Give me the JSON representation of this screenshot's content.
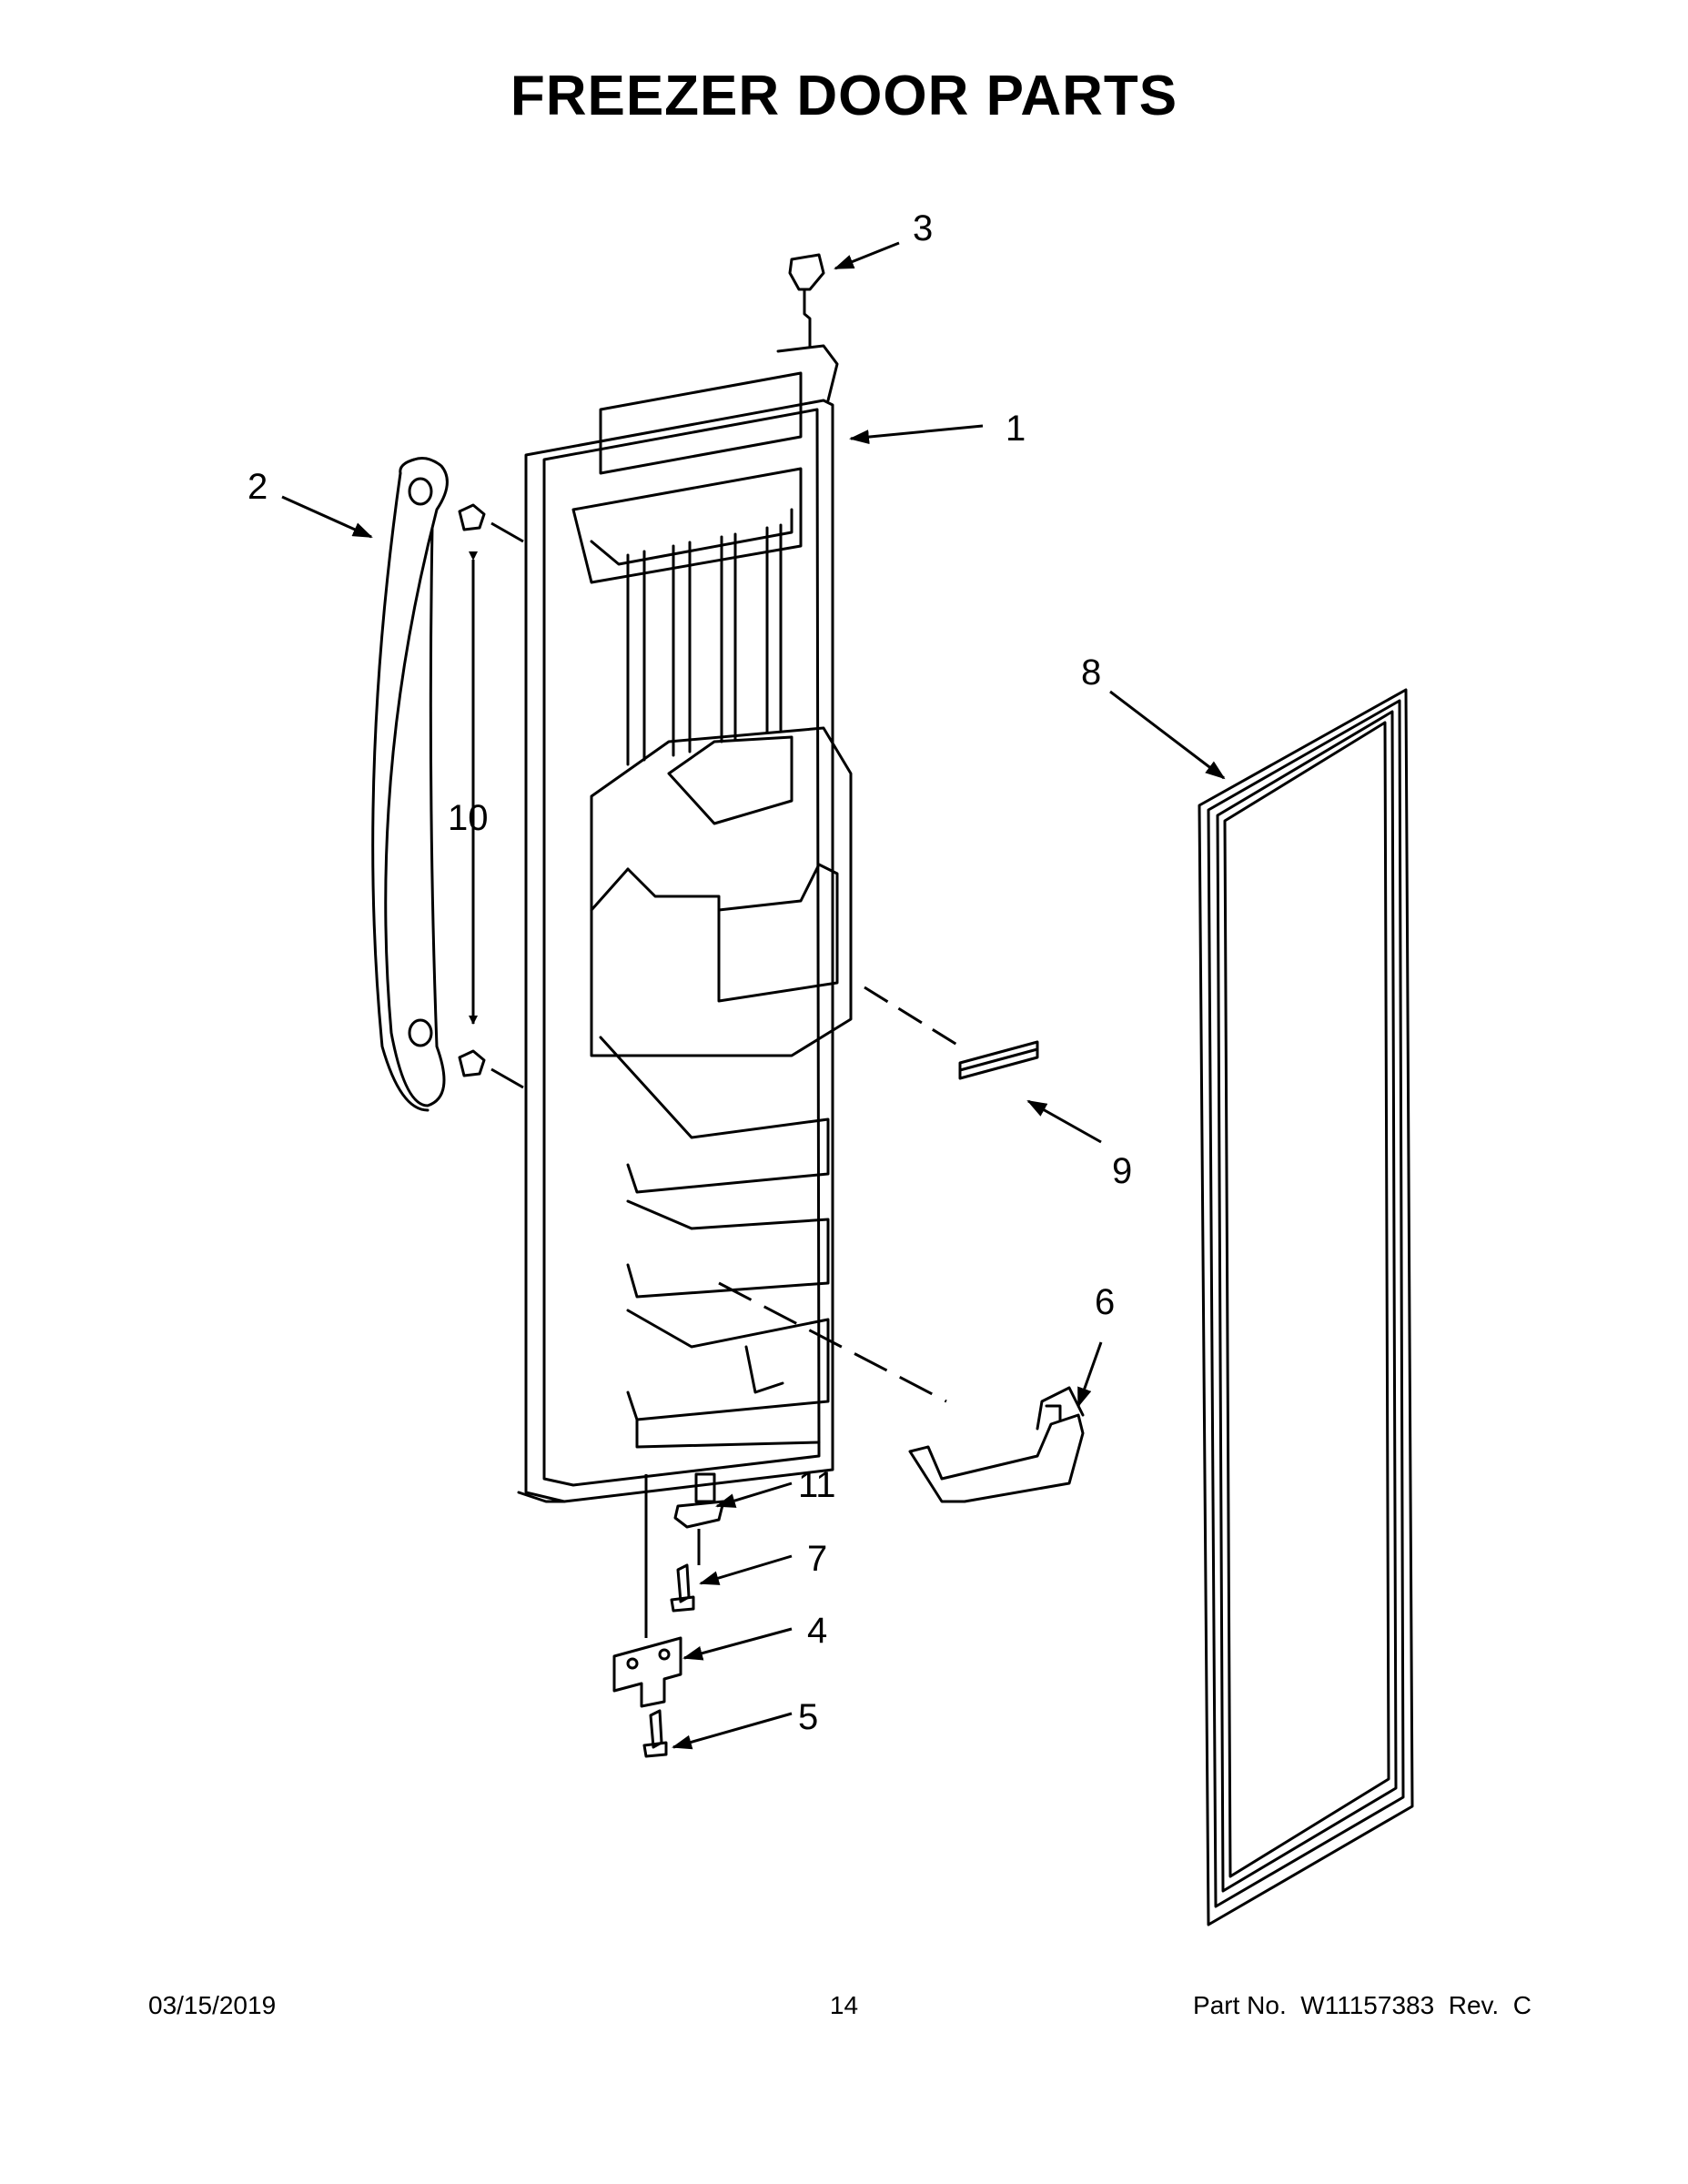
{
  "title": "FREEZER DOOR PARTS",
  "callouts": {
    "c1": "1",
    "c2": "2",
    "c3": "3",
    "c4": "4",
    "c5": "5",
    "c6": "6",
    "c7": "7",
    "c8": "8",
    "c9": "9",
    "c10": "10",
    "c11": "11"
  },
  "footer": {
    "date": "03/15/2019",
    "page": "14",
    "part": "Part No.  W11157383  Rev.  C"
  }
}
